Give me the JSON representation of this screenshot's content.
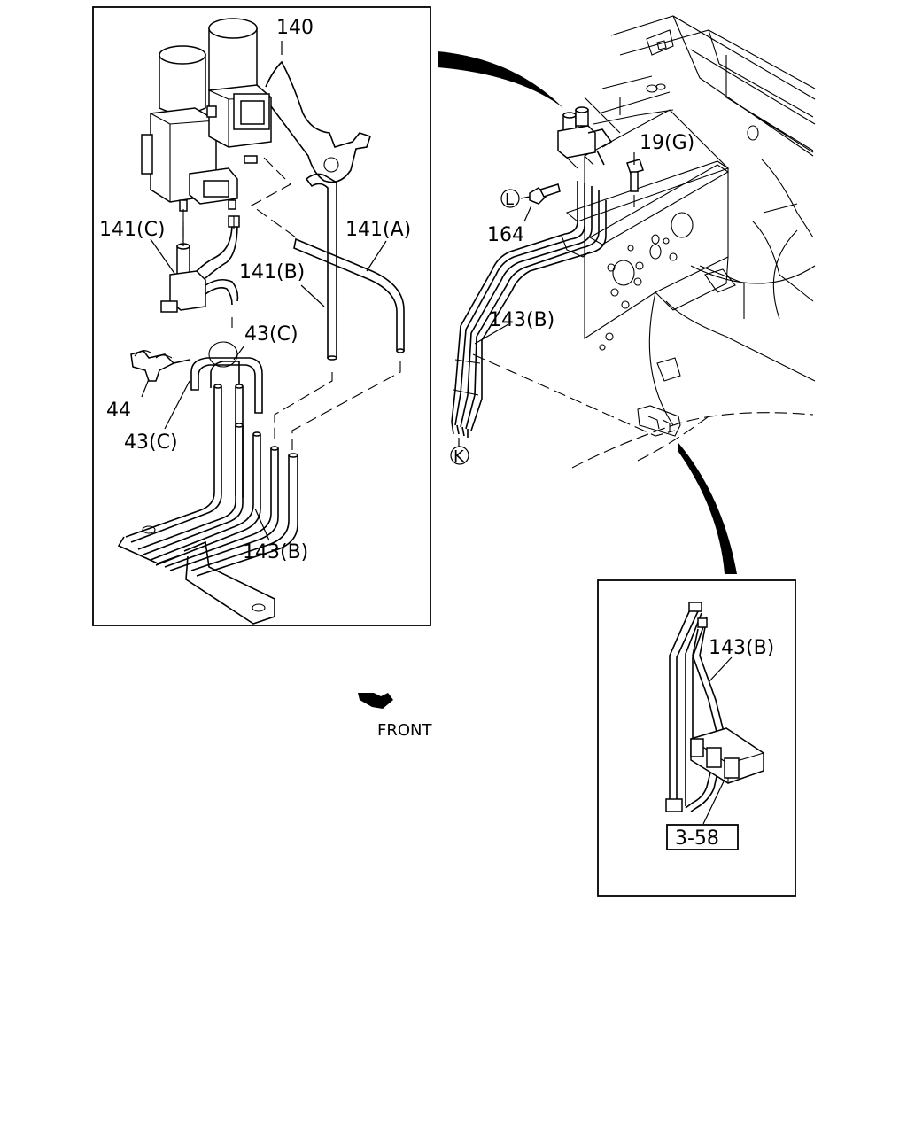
{
  "labels": {
    "l140": "140",
    "l141c": "141(C)",
    "l141a": "141(A)",
    "l141b": "141(B)",
    "l43c_top": "43(C)",
    "l44": "44",
    "l43c_bot": "43(C)",
    "l143b_left": "143(B)",
    "l19g": "19(G)",
    "l164": "164",
    "l143b_mid": "143(B)",
    "lL": "L",
    "lK": "K",
    "front": "FRONT",
    "l143b_inset": "143(B)",
    "ref": "3-58"
  }
}
